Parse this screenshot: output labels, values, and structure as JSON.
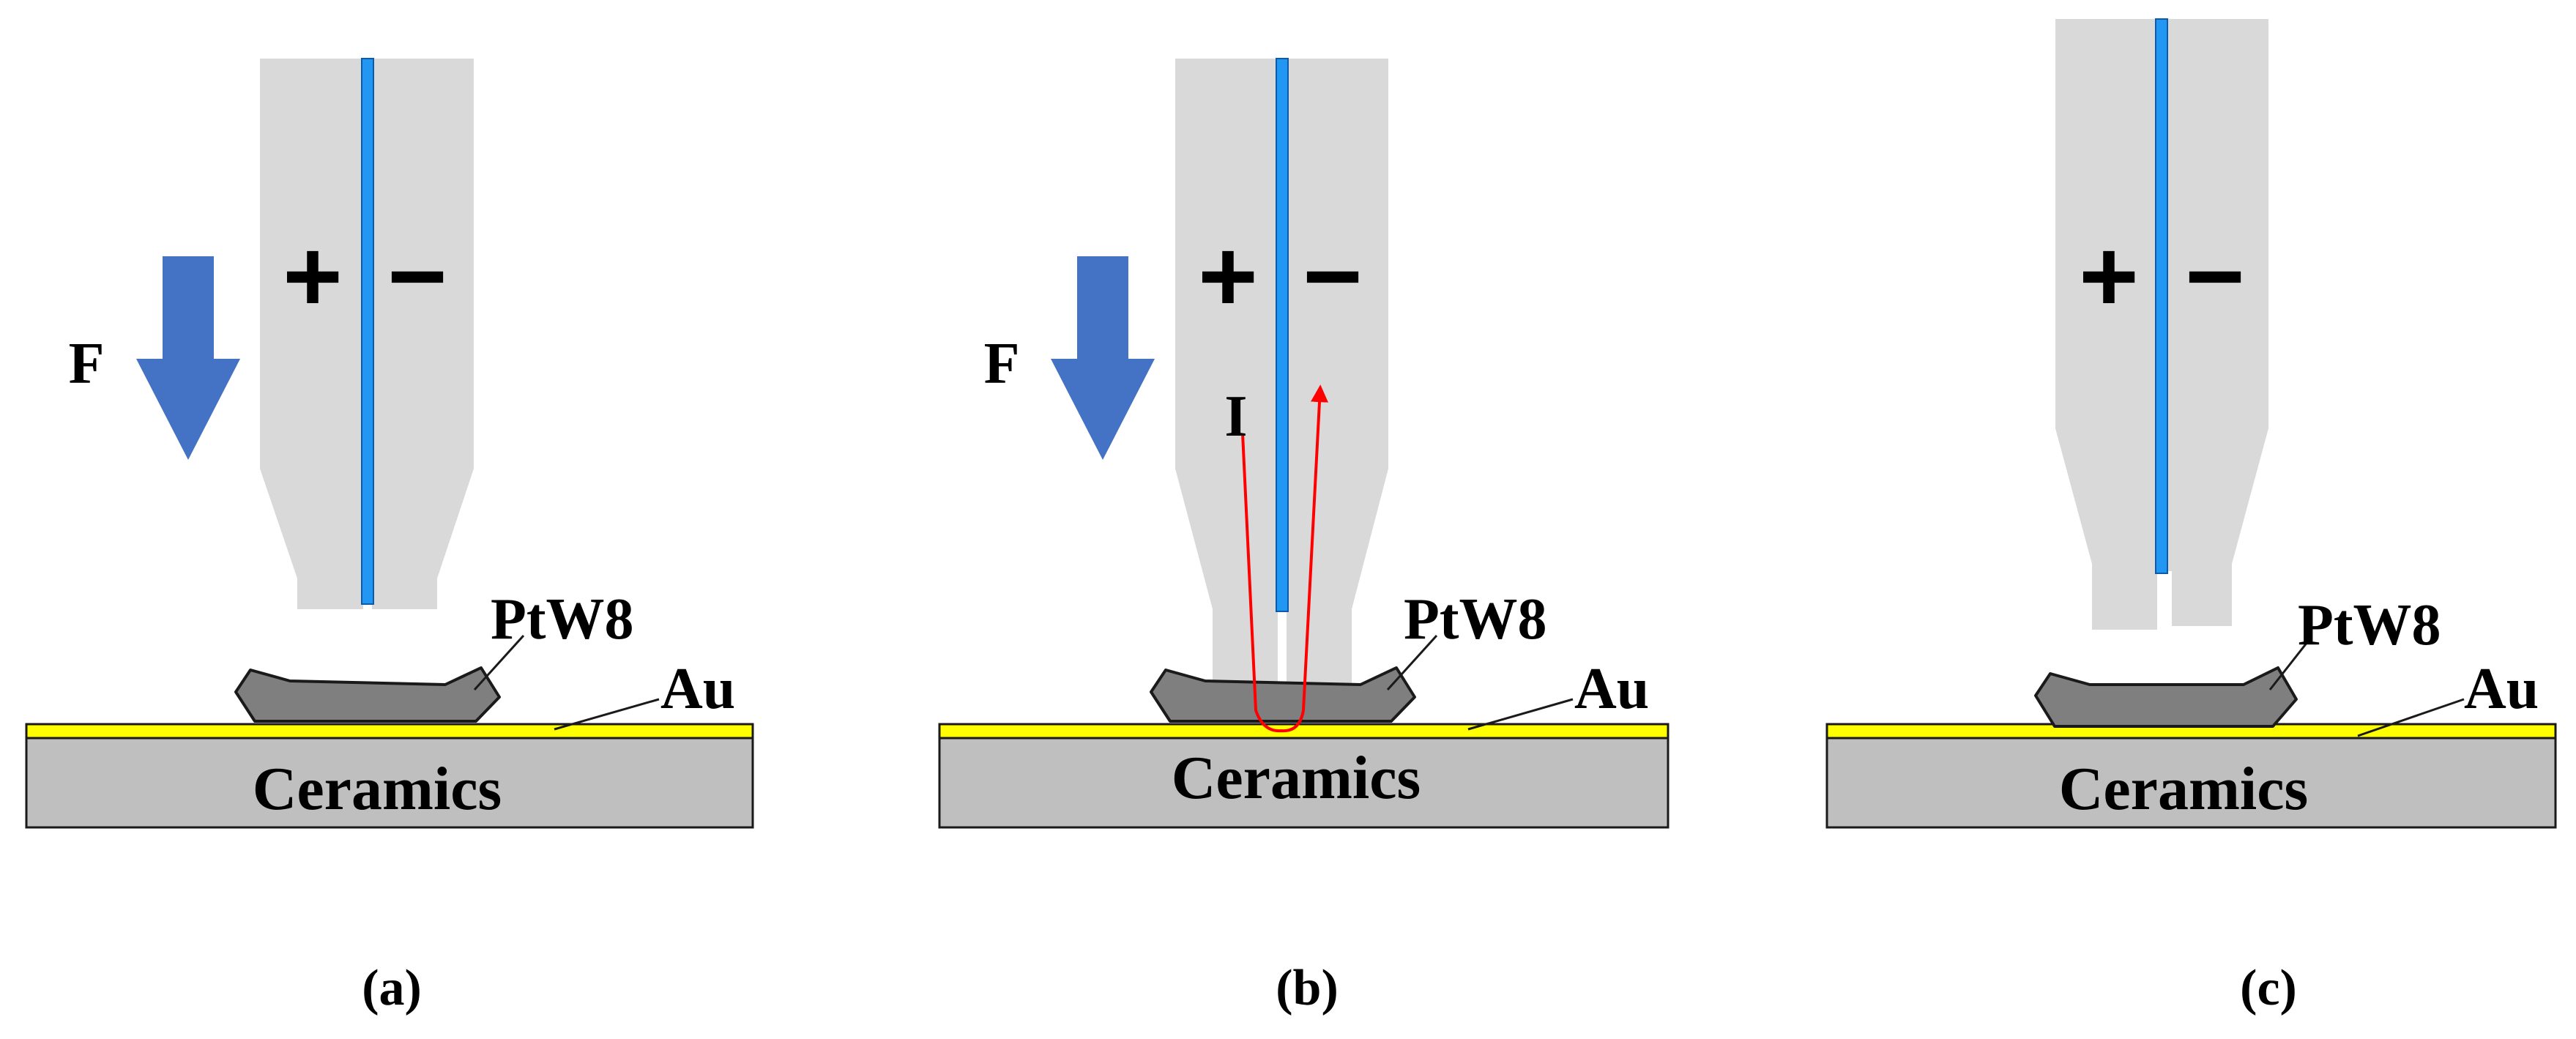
{
  "colors": {
    "electrode": "#d9d9d9",
    "gap": "#2196f3",
    "arrow": "#4472c4",
    "wire": "#7f7f7f",
    "gold": "#ffff00",
    "ceramic": "#bfbfbf",
    "current": "#ff0000"
  },
  "panels": [
    {
      "caption": "(a)",
      "plus": "+",
      "minus": "−",
      "force": "F",
      "wire_label": "PtW8",
      "gold_label": "Au",
      "substrate": "Ceramics"
    },
    {
      "caption": "(b)",
      "plus": "+",
      "minus": "−",
      "force": "F",
      "current": "I",
      "wire_label": "PtW8",
      "gold_label": "Au",
      "substrate": "Ceramics"
    },
    {
      "caption": "(c)",
      "plus": "+",
      "minus": "−",
      "wire_label": "PtW8",
      "gold_label": "Au",
      "substrate": "Ceramics"
    }
  ]
}
